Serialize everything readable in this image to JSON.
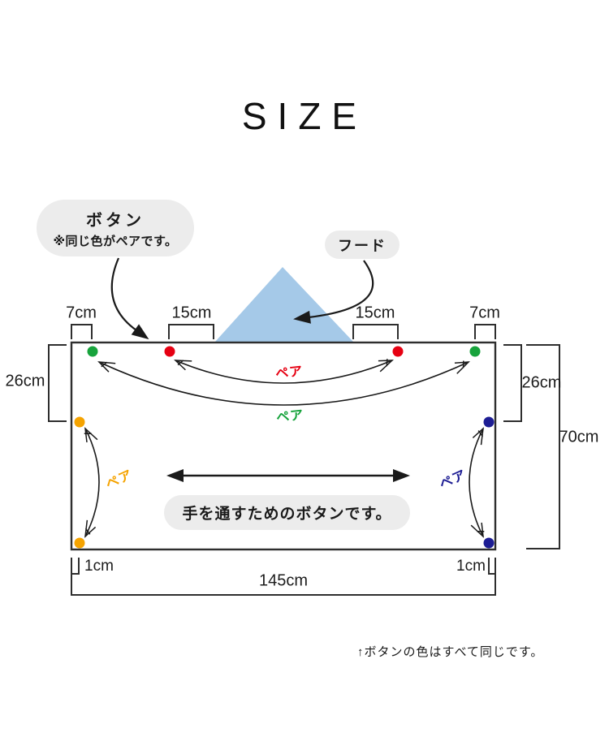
{
  "title": "SIZE",
  "callout_button": {
    "title": "ボタン",
    "subtitle": "※同じ色がペアです。"
  },
  "callout_hood": {
    "label": "フード"
  },
  "hands_note": {
    "label": "手を通すためのボタンです。"
  },
  "dim_labels": {
    "top_left_7": "7cm",
    "top_left_15": "15cm",
    "top_right_15": "15cm",
    "top_right_7": "7cm",
    "left_26": "26cm",
    "right_26": "26cm",
    "right_70": "70cm",
    "bottom_left_1": "1cm",
    "bottom_right_1": "1cm",
    "bottom_width": "145cm"
  },
  "pair_labels": {
    "red": "ペア",
    "green": "ペア",
    "orange": "ペア",
    "navy": "ペア"
  },
  "footnote": "↑ボタンの色はすべて同じです。",
  "colors": {
    "line": "#1a1a1a",
    "hood_fill": "#a5c9e8",
    "bubble_bg": "#ececec",
    "button_red": "#e60012",
    "button_green": "#17a33c",
    "button_orange": "#f5a300",
    "button_navy": "#1d1d94"
  }
}
